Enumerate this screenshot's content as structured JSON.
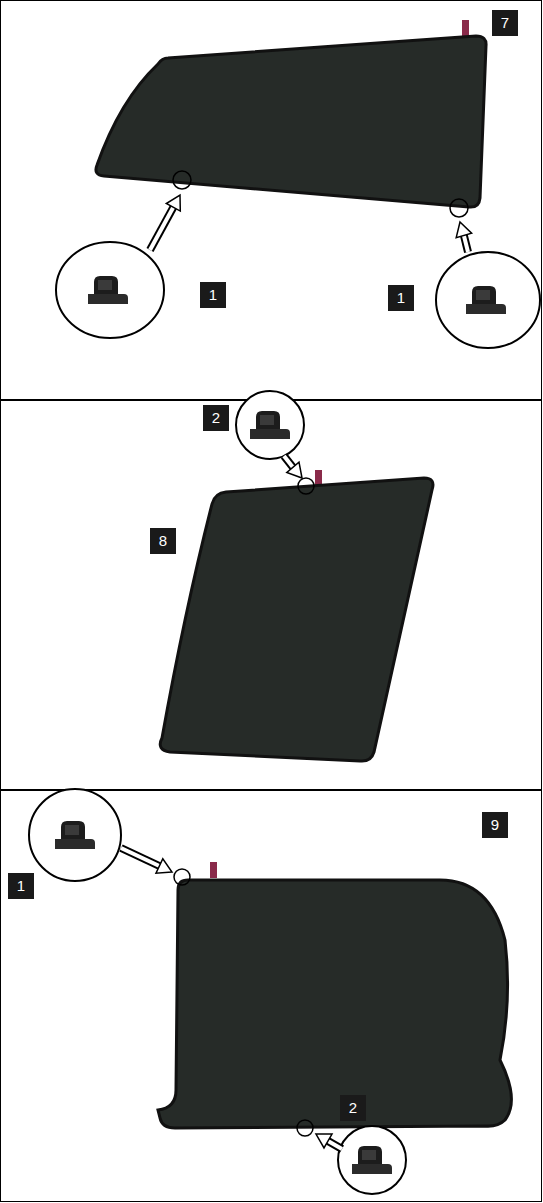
{
  "diagram": {
    "labels": [
      "7",
      "1",
      "1",
      "2",
      "8",
      "1",
      "9",
      "2"
    ]
  }
}
